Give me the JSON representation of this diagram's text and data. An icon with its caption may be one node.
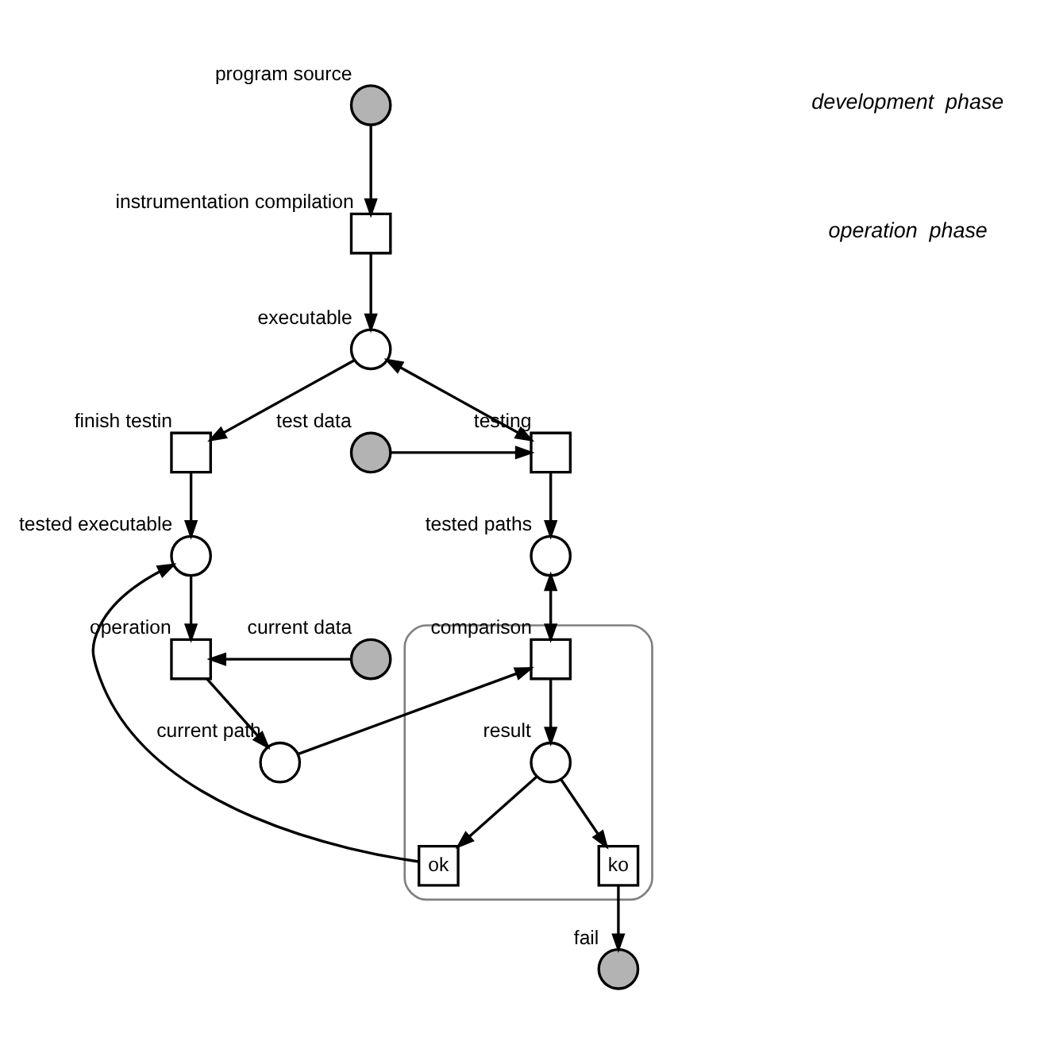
{
  "diagram": {
    "nodes": [
      {
        "text": [],
        "shape": "circle",
        "beside": [
          "program source"
        ]
      },
      {
        "text": [],
        "shape": "box",
        "beside": [
          "instrumentation compilation"
        ]
      },
      {
        "text": [],
        "shape": "circle",
        "beside": [
          "executable"
        ]
      },
      {
        "text": [],
        "shape": "box",
        "beside": [
          "finish testin"
        ]
      },
      {
        "text": [],
        "shape": "box",
        "beside": [
          "testing"
        ]
      },
      {
        "text": [],
        "shape": "circle",
        "beside": [
          "test data"
        ]
      },
      {
        "text": [],
        "shape": "circle",
        "beside": [
          "tested executable"
        ]
      },
      {
        "text": [],
        "shape": "circle",
        "beside": [
          "tested paths"
        ]
      },
      {
        "text": [],
        "shape": "box",
        "beside": [
          "operation"
        ]
      },
      {
        "text": [],
        "shape": "circle",
        "beside": [
          "current data"
        ]
      },
      {
        "text": [],
        "shape": "circle",
        "beside": [
          "current path"
        ]
      },
      {
        "text": [],
        "shape": "box"
      },
      {
        "text": [],
        "shape": "box",
        "beside": [
          "comparison"
        ],
        "in": 11
      },
      {
        "text": [],
        "shape": "circle",
        "beside": [
          "result"
        ],
        "in": 11
      },
      {
        "text": [
          "ok"
        ],
        "in": 11
      },
      {
        "text": [
          "ko"
        ],
        "in": 11
      },
      {
        "text": [],
        "shape": "circle",
        "beside": [
          "fail"
        ]
      }
    ],
    "edges": [
      {
        "from": 0,
        "to": 1,
        "arrow": "to"
      },
      {
        "from": 1,
        "to": 2,
        "arrow": "to"
      },
      {
        "from": 2,
        "to": 3,
        "arrow": "to"
      },
      {
        "from": 2,
        "to": 4,
        "arrow": "both"
      },
      {
        "from": 5,
        "to": 4,
        "arrow": "to"
      },
      {
        "from": 3,
        "to": 6,
        "arrow": "to"
      },
      {
        "from": 4,
        "to": 7,
        "arrow": "to"
      },
      {
        "from": 6,
        "to": 8,
        "arrow": "to"
      },
      {
        "from": 9,
        "to": 8,
        "arrow": "to"
      },
      {
        "from": 8,
        "to": 10,
        "arrow": "to"
      },
      {
        "from": 10,
        "to": 12,
        "arrow": "to"
      },
      {
        "from": 7,
        "to": 12,
        "arrow": "both"
      },
      {
        "from": 12,
        "to": 13,
        "arrow": "to"
      },
      {
        "from": 13,
        "to": 14,
        "arrow": "to"
      },
      {
        "from": 13,
        "to": 15,
        "arrow": "to"
      },
      {
        "from": 15,
        "to": 16,
        "arrow": "to"
      },
      {
        "from": 14,
        "to": 6,
        "arrow": "to"
      }
    ],
    "labels": [
      "development  phase",
      "operation  phase"
    ]
  }
}
